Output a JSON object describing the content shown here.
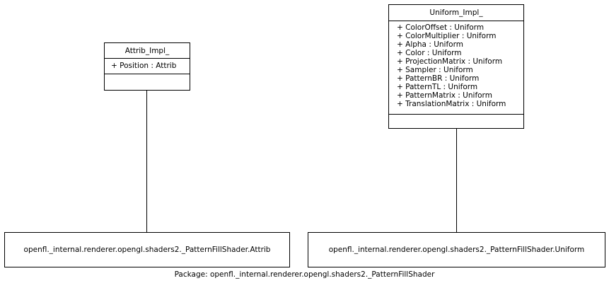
{
  "classes": {
    "attrib": {
      "name": "Attrib_Impl_",
      "attributes": [
        "+ Position : Attrib"
      ]
    },
    "uniform": {
      "name": "Uniform_Impl_",
      "attributes": [
        "+ ColorOffset : Uniform",
        "+ ColorMultiplier : Uniform",
        "+ Alpha : Uniform",
        "+ Color : Uniform",
        "+ ProjectionMatrix : Uniform",
        "+ Sampler : Uniform",
        "+ PatternBR : Uniform",
        "+ PatternTL : Uniform",
        "+ PatternMatrix : Uniform",
        "+ TranslationMatrix : Uniform"
      ]
    }
  },
  "targets": {
    "attrib": "openfl._internal.renderer.opengl.shaders2._PatternFillShader.Attrib",
    "uniform": "openfl._internal.renderer.opengl.shaders2._PatternFillShader.Uniform"
  },
  "footer": "Package: openfl._internal.renderer.opengl.shaders2._PatternFillShader"
}
